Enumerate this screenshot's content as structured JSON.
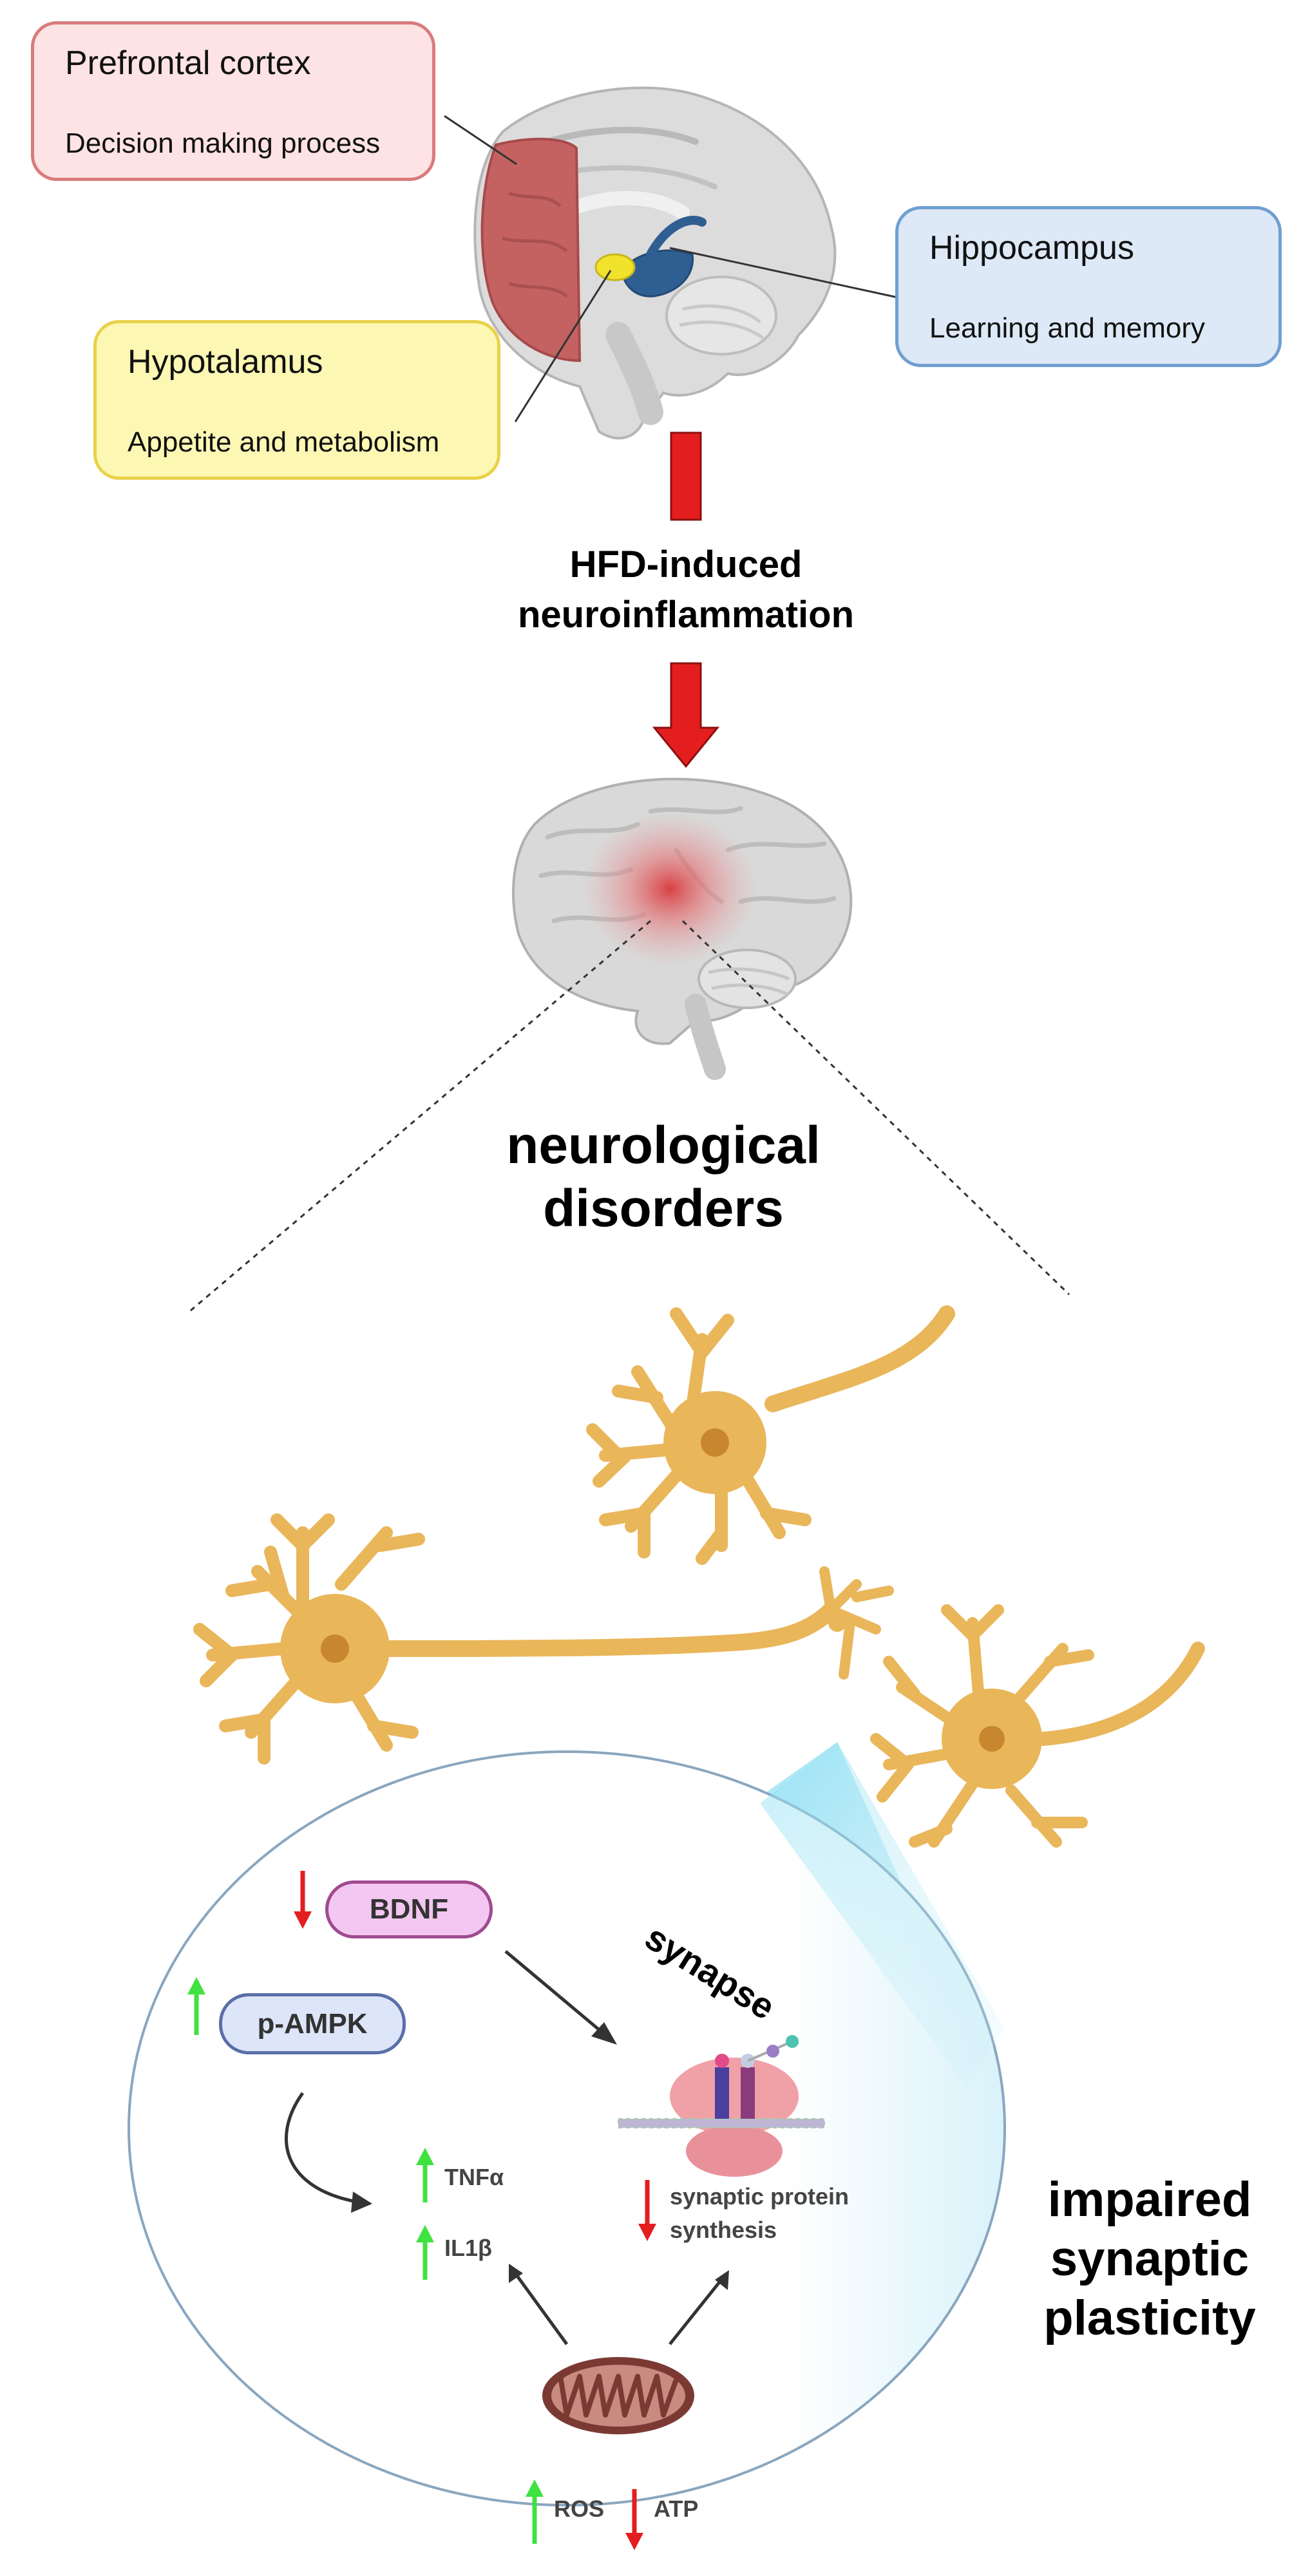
{
  "regions": {
    "prefrontal": {
      "title": "Prefrontal cortex",
      "function": "Decision making process",
      "color": "#d97b7b",
      "fill": "#fde3e3"
    },
    "hypothalamus": {
      "title": "Hypotalamus",
      "function": "Appetite and metabolism",
      "color": "#e8d24a",
      "fill": "#fdf7b4"
    },
    "hippocampus": {
      "title": "Hippocampus",
      "function": "Learning and memory",
      "color": "#6f9fd0",
      "fill": "#dde9f6"
    }
  },
  "flow": {
    "cause_line1": "HFD-induced",
    "cause_line2": "neuroinflammation",
    "outcome_line1": "neurological",
    "outcome_line2": "disorders"
  },
  "synapse_panel": {
    "label": "synapse",
    "bdnf": "BDNF",
    "pampk": "p-AMPK",
    "tnf": "TNFα",
    "il1b": "IL1β",
    "protein_line1": "synaptic protein",
    "protein_line2": "synthesis",
    "ros": "ROS",
    "atp": "ATP"
  },
  "result": {
    "line1": "impaired",
    "line2": "synaptic",
    "line3": "plasticity"
  },
  "colors": {
    "arrow_red": "#e41e1e",
    "arrow_green": "#3fe23f",
    "neuron": "#e9b65a",
    "neuron_nucleus": "#c8872e",
    "bdnf_pill": "#f3c7f1",
    "pampk_pill": "#dde6f8"
  }
}
